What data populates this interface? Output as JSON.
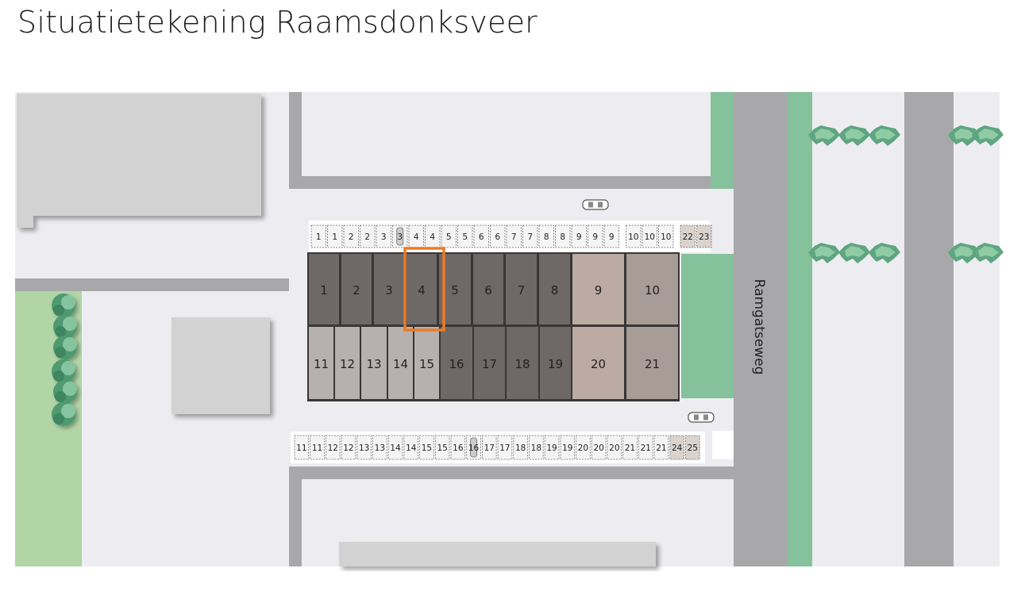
{
  "page": {
    "title": "Situatietekening Raamsdonksveer"
  },
  "map": {
    "street_name": "Ramgatseweg",
    "selected_unit": "4",
    "colors": {
      "background": "#ededf1",
      "road": "#a8a8aa",
      "green": "#9ccaa7",
      "dark_green": "#85c19b",
      "light_green": "#b2d5a6",
      "building": "#d2d2d2",
      "unit_dark": "#6e6867",
      "unit_medium": "#b6b0ae",
      "unit_light": "#bcaba2",
      "unit_light_right": "#a89c96",
      "parking": "#f4f4f4",
      "selection": "#ee7a22"
    },
    "units_top": [
      {
        "label": "1",
        "tone": "dark"
      },
      {
        "label": "2",
        "tone": "dark"
      },
      {
        "label": "3",
        "tone": "dark"
      },
      {
        "label": "4",
        "tone": "dark"
      },
      {
        "label": "5",
        "tone": "dark"
      },
      {
        "label": "6",
        "tone": "dark"
      },
      {
        "label": "7",
        "tone": "dark"
      },
      {
        "label": "8",
        "tone": "dark"
      },
      {
        "label": "9",
        "tone": "light"
      },
      {
        "label": "10",
        "tone": "light_right"
      }
    ],
    "units_bottom": [
      {
        "label": "11",
        "tone": "medium"
      },
      {
        "label": "12",
        "tone": "medium"
      },
      {
        "label": "13",
        "tone": "medium"
      },
      {
        "label": "14",
        "tone": "medium"
      },
      {
        "label": "15",
        "tone": "medium"
      },
      {
        "label": "16",
        "tone": "dark"
      },
      {
        "label": "17",
        "tone": "dark"
      },
      {
        "label": "18",
        "tone": "dark"
      },
      {
        "label": "19",
        "tone": "dark"
      },
      {
        "label": "20",
        "tone": "light"
      },
      {
        "label": "21",
        "tone": "light_right"
      }
    ],
    "parking_top": [
      "1",
      "1",
      "2",
      "2",
      "3",
      "3",
      "4",
      "4",
      "5",
      "5",
      "6",
      "6",
      "7",
      "7",
      "8",
      "8",
      "9",
      "9",
      "9",
      "10",
      "10",
      "10",
      "22",
      "23"
    ],
    "parking_bottom": [
      "11",
      "11",
      "12",
      "12",
      "13",
      "13",
      "14",
      "14",
      "15",
      "15",
      "16",
      "16",
      "17",
      "17",
      "18",
      "18",
      "19",
      "19",
      "20",
      "20",
      "20",
      "21",
      "21",
      "21",
      "24",
      "25"
    ],
    "disabled_parking_top_index": 5,
    "disabled_parking_bottom_index": 11,
    "shared_parking_top": [
      "22",
      "23"
    ],
    "shared_parking_bottom": [
      "24",
      "25"
    ]
  }
}
